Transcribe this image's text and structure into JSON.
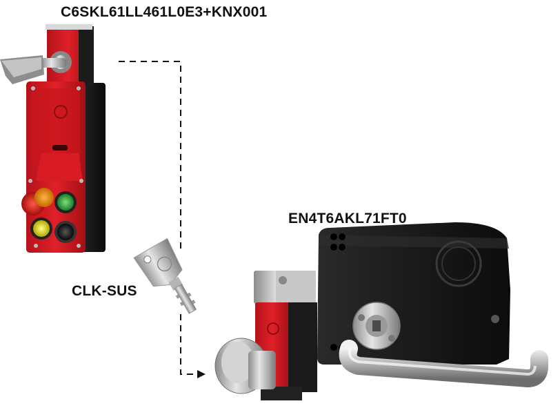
{
  "labels": {
    "top_product": "C6SKL61LL461L0E3+KNX001",
    "right_product": "EN4T6AKL71FT0",
    "key_product": "CLK-SUS"
  }
}
